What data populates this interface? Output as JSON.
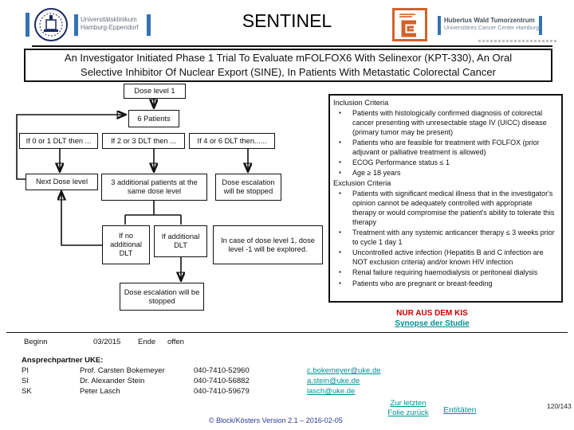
{
  "header": {
    "title": "SENTINEL",
    "left_logo": {
      "line1": "Universitätsklinikum",
      "line2": "Hamburg-Eppendorf"
    },
    "right_logo": {
      "line1": "Hubertus Wald Tumorzentrum",
      "line2": "Universitäres Cancer Center Hamburg"
    }
  },
  "trial_title": "An Investigator Initiated Phase 1 Trial To Evaluate mFOLFOX6 With Selinexor (KPT-330), An Oral Selective Inhibitor Of Nuclear Export (SINE), In Patients With Metastatic Colorectal Cancer",
  "flowchart": {
    "dose_level_1": "Dose level 1",
    "six_patients": "6 Patients",
    "cond_0_1": "If 0 or 1 DLT then ...",
    "cond_2_3": "If 2 or 3 DLT then ...",
    "cond_4_6": "If 4 or 6 DLT then......",
    "next_dose": "Next Dose level",
    "three_additional": "3 additional patients at the same dose level",
    "stop_right": "Dose escalation will be stopped",
    "if_no_dlt": "If no additional DLT",
    "if_additional_dlt": "If additional DLT",
    "minus_one": "In case of dose level 1, dose level -1 will be explored.",
    "stop_bottom": "Dose escalation will be stopped"
  },
  "criteria": {
    "inclusion_title": "Inclusion Criteria",
    "inclusion": [
      "Patients with histologically confirmed diagnosis of colorectal cancer presenting with unresectable stage IV (UICC) disease (primary tumor may be present)",
      "Patients who are feasible for treatment with FOLFOX (prior adjuvant or palliative treatment is allowed)",
      "ECOG Performance status ≤ 1",
      "Age ≥ 18 years"
    ],
    "exclusion_title": "Exclusion Criteria",
    "exclusion": [
      "Patients with significant medical illness that in the investigator's opinion cannot be adequately controlled with appropriate therapy or would compromise the patient's ability to tolerate this therapy",
      "Treatment with any systemic anticancer therapy ≤ 3 weeks prior to cycle 1 day 1",
      "Uncontrolled active infection (Hepatitis B and C infection are NOT exclusion criteria) and/or known HIV infection",
      "Renal failure requiring haemodialysis or peritoneal dialysis",
      "Patients who are pregnant or breast-feeding"
    ]
  },
  "kis": {
    "notice": "NUR AUS DEM KIS",
    "link": "Synopse der Studie"
  },
  "schedule": {
    "begin_label": "Beginn",
    "begin_value": "03/2015",
    "end_label": "Ende",
    "end_value": "offen"
  },
  "contacts": {
    "heading": "Ansprechpartner UKE:",
    "rows": [
      {
        "role": "PI",
        "name": "Prof. Carsten Bokemeyer",
        "phone": "040-7410-52960",
        "email": "c.bokemeyer@uke.de"
      },
      {
        "role": "SI",
        "name": "Dr. Alexander Stein",
        "phone": "040-7410-56882",
        "email": "a.stein@uke.de"
      },
      {
        "role": "SK",
        "name": "Peter Lasch",
        "phone": "040-7410-59679",
        "email": "lasch@uke.de"
      }
    ]
  },
  "footer": {
    "copyright": "© Block/Kösters Version 2.1 – 2016-02-05",
    "back_line1": "Zur letzten",
    "back_line2": "Folie zurück",
    "entities": "Entitäten",
    "page": "120/143"
  },
  "colors": {
    "notice_red": "#cc0000",
    "link_teal": "#009193",
    "footer_blue": "#2d3a94",
    "logo_blue": "#3572b0",
    "logo_orange": "#d2622a"
  }
}
